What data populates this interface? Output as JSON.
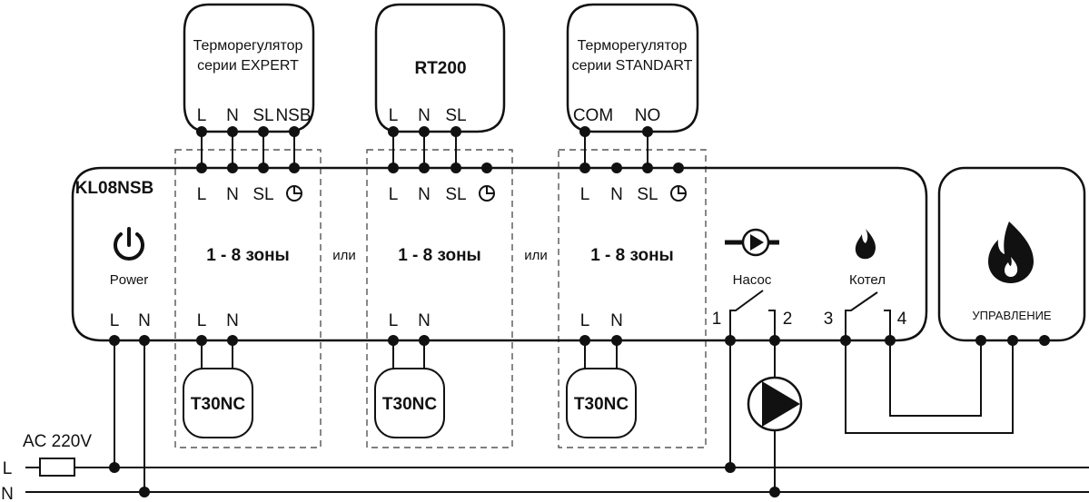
{
  "controller": {
    "model": "KL08NSB",
    "power_label": "Power",
    "power_terminals": [
      "L",
      "N"
    ],
    "zone_top_terminals": [
      "L",
      "N",
      "SL",
      "clock-icon"
    ],
    "zone_bottom_terminals": [
      "L",
      "N"
    ],
    "zone_label": "1 - 8 зоны",
    "or_label": "или",
    "pump_label": "Насос",
    "boiler_label": "Котел",
    "relay_terminals": [
      "1",
      "2",
      "3",
      "4"
    ]
  },
  "thermostats": [
    {
      "line1": "Терморегулятор",
      "line2": "серии EXPERT",
      "terminals": [
        "L",
        "N",
        "SL",
        "NSB"
      ]
    },
    {
      "line1": "RT200",
      "line2": "",
      "terminals": [
        "L",
        "N",
        "SL"
      ]
    },
    {
      "line1": "Терморегулятор",
      "line2": "серии STANDART",
      "terminals": [
        "COM",
        "NO"
      ]
    }
  ],
  "actuators": [
    {
      "label": "T30NC"
    },
    {
      "label": "T30NC"
    },
    {
      "label": "T30NC"
    }
  ],
  "boiler_control": {
    "label": "УПРАВЛЕНИЕ"
  },
  "supply": {
    "label": "AC 220V",
    "lines": [
      "L",
      "N"
    ]
  }
}
